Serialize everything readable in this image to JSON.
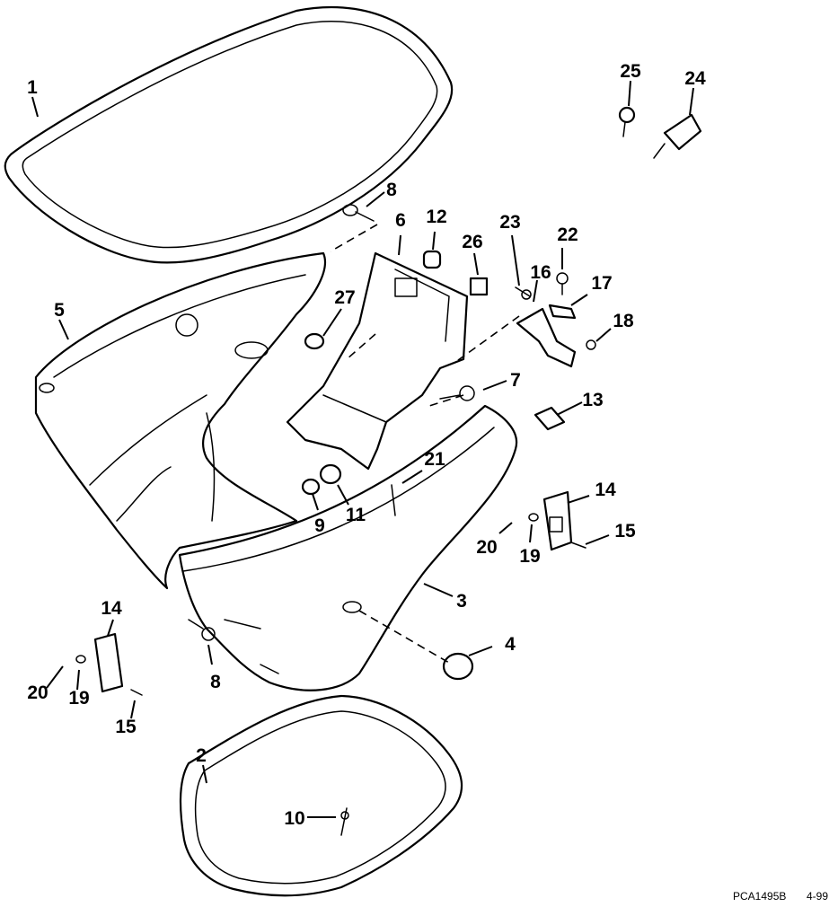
{
  "callouts": [
    "1",
    "2",
    "3",
    "4",
    "5",
    "6",
    "7",
    "8",
    "9",
    "10",
    "11",
    "12",
    "13",
    "14",
    "15",
    "16",
    "17",
    "18",
    "19",
    "20",
    "21",
    "22",
    "23",
    "24",
    "25",
    "26",
    "27",
    "8",
    "14",
    "15",
    "19",
    "20"
  ],
  "footer": {
    "code": "PCA1495B",
    "date": "4-99"
  }
}
